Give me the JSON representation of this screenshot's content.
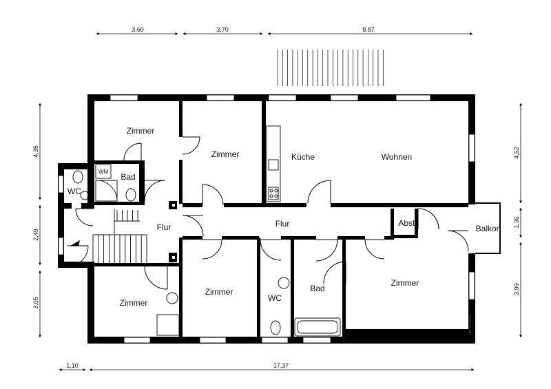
{
  "rooms": {
    "zimmer_top_left": "Zimmer",
    "zimmer_top_mid": "Zimmer",
    "kueche": "Küche",
    "wohnen": "Wohnen",
    "wm": "WM",
    "bad_top": "Bad",
    "wc_left": "WC",
    "flur_left": "Flur",
    "flur_mid": "Flur",
    "abst": "Abst.",
    "balkon": "Balkon",
    "zimmer_bottom_left": "Zimmer",
    "zimmer_bottom_mid": "Zimmer",
    "wc_bottom": "WC",
    "bad_bottom": "Bad",
    "zimmer_bottom_right": "Zimmer"
  },
  "dimensions": {
    "top_1": "3,60",
    "top_2": "3,70",
    "top_3": "8.87",
    "left_1": "4,35",
    "left_2": "2,49",
    "left_3": "3,05",
    "right_1": "4,62",
    "right_2": "1,36",
    "right_3": "3,99",
    "bottom_1": "1,10",
    "bottom_2": "17,37"
  },
  "watermark": "McGrundriss",
  "colors": {
    "wall": "#000000",
    "background": "#ffffff"
  }
}
